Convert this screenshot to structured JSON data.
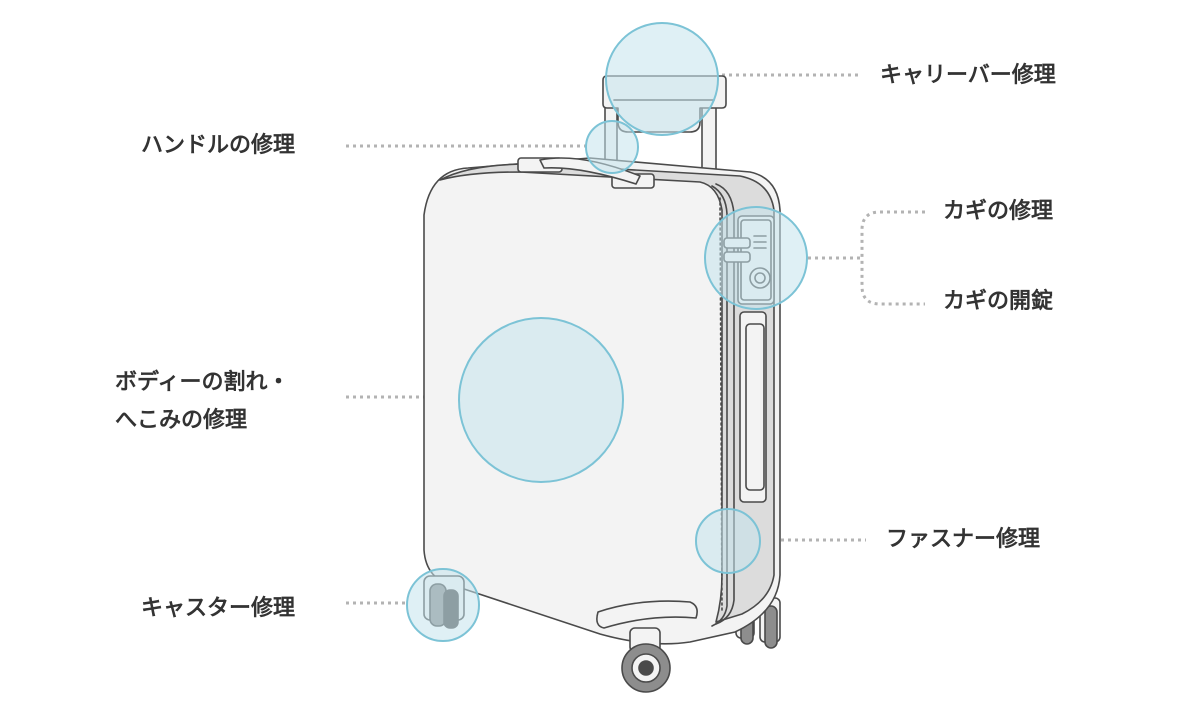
{
  "colors": {
    "text": "#333333",
    "leader_line": "#b3b3b3",
    "highlight_fill": "#c4e3ed",
    "highlight_stroke": "#7cc3d6",
    "suitcase_outline": "#4a4a4a",
    "suitcase_body": "#f3f3f3",
    "suitcase_shadow": "#dcdcdc",
    "wheel": "#8d8d8d"
  },
  "callouts": {
    "carry_bar": "キャリーバー修理",
    "handle": "ハンドルの修理",
    "key_repair": "カギの修理",
    "key_unlock": "カギの開錠",
    "body_line1": "ボディーの割れ・",
    "body_line2": "へこみの修理",
    "zipper": "ファスナー修理",
    "caster": "キャスター修理"
  }
}
